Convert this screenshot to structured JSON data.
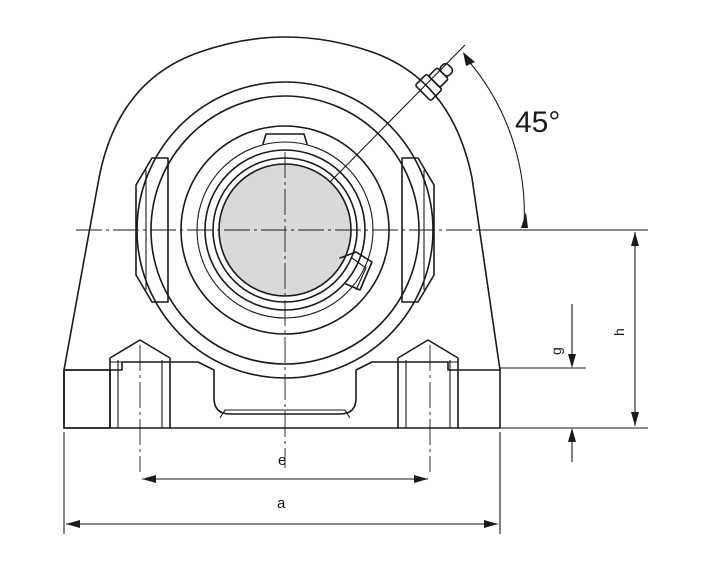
{
  "diagram": {
    "angle_label": "45°",
    "dimensions": {
      "h": "h",
      "g": "g",
      "e": "e",
      "a": "a"
    },
    "colors": {
      "line": "#1a1a1a",
      "shaft_fill": "#d9d9d9",
      "background": "#ffffff"
    }
  }
}
